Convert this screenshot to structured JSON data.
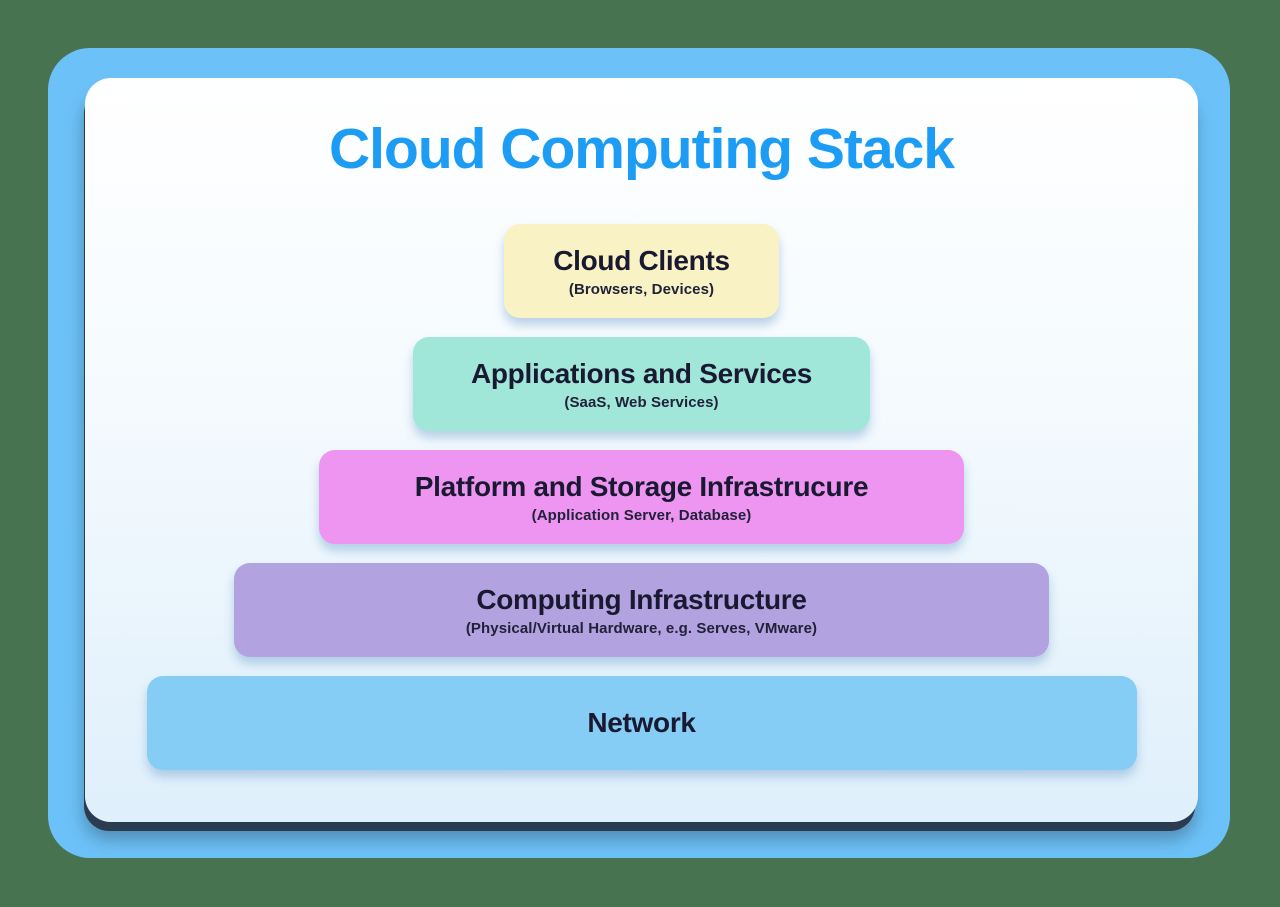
{
  "diagram": {
    "title": "Cloud Computing Stack",
    "title_color": "#1c9cf5",
    "background_color": "#487350",
    "frame_color": "#6cc2f8",
    "card_gradient_top": "#ffffff",
    "card_gradient_bottom": "#dfeffb",
    "text_color": "#191931",
    "layers": [
      {
        "name": "cloud-clients",
        "title": "Cloud Clients",
        "subtitle": "(Browsers, Devices)",
        "color": "#f8f2c5"
      },
      {
        "name": "applications-and-services",
        "title": "Applications and Services",
        "subtitle": "(SaaS, Web Services)",
        "color": "#a0e7da"
      },
      {
        "name": "platform-and-storage-infrastructure",
        "title": "Platform and Storage Infrastrucure",
        "subtitle": "(Application Server, Database)",
        "color": "#ee95f1"
      },
      {
        "name": "computing-infrastructure",
        "title": "Computing Infrastructure",
        "subtitle": "(Physical/Virtual Hardware, e.g. Serves, VMware)",
        "color": "#b3a2e0"
      },
      {
        "name": "network",
        "title": "Network",
        "subtitle": "",
        "color": "#85cdf4"
      }
    ]
  }
}
